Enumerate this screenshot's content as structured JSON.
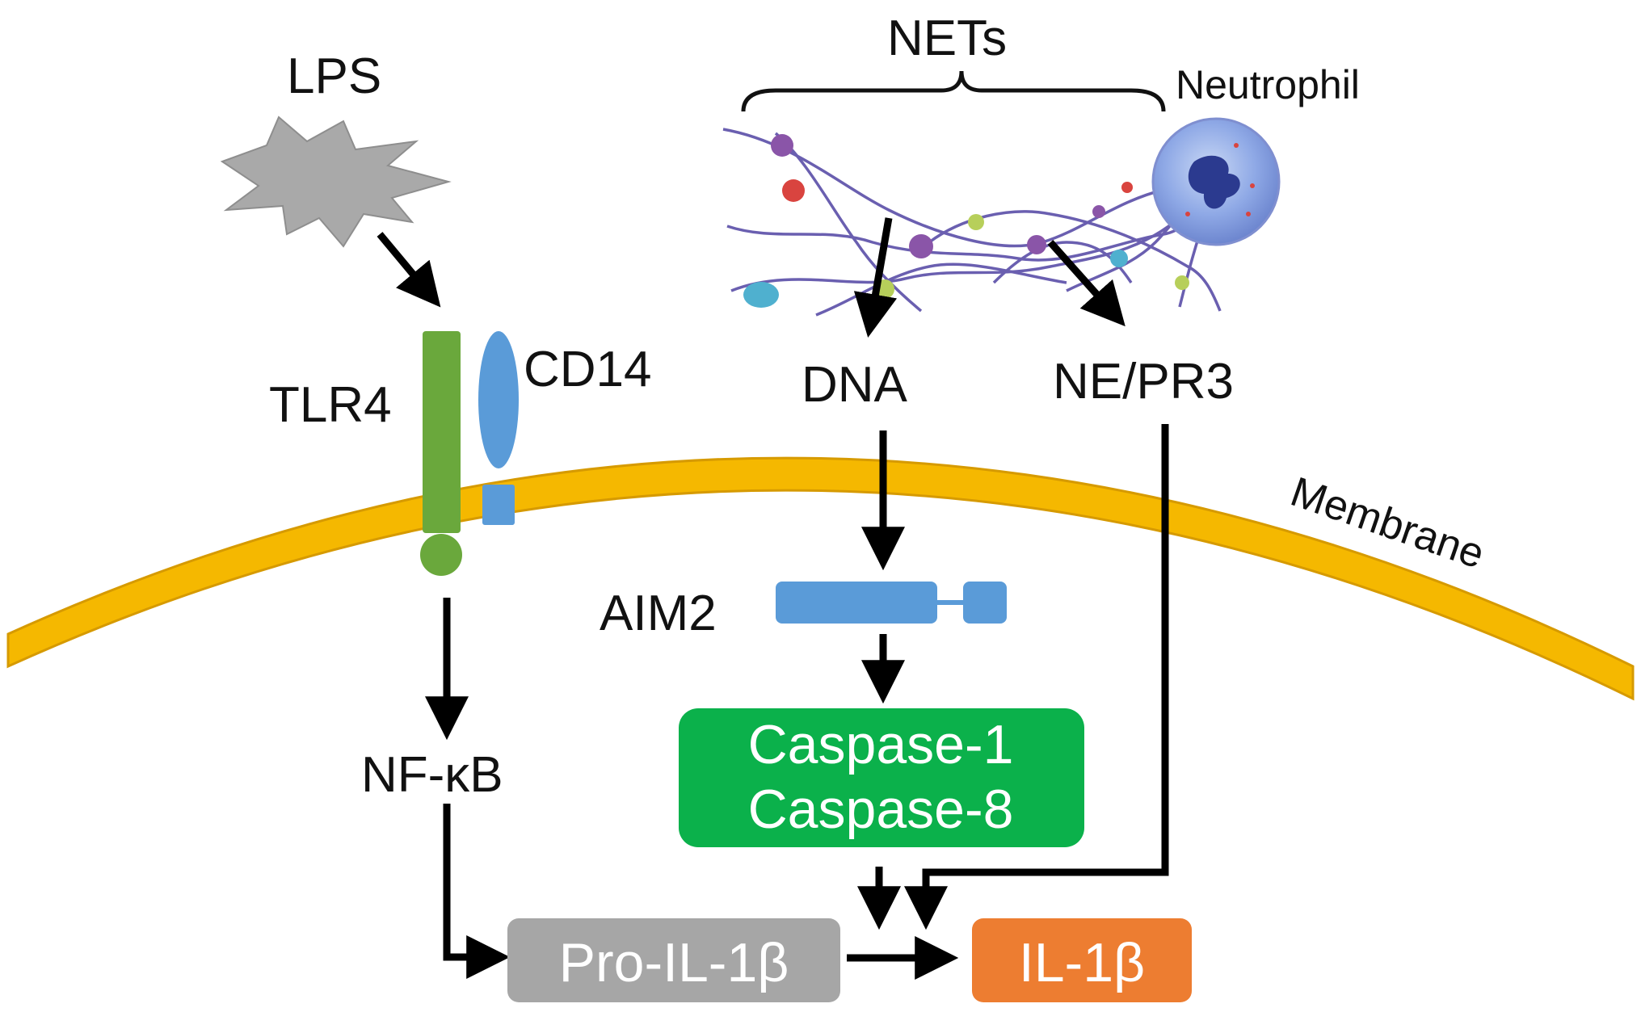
{
  "labels": {
    "lps": "LPS",
    "nets": "NETs",
    "neutrophil": "Neutrophil",
    "tlr4": "TLR4",
    "cd14": "CD14",
    "dna": "DNA",
    "ne_pr3": "NE/PR3",
    "membrane": "Membrane",
    "aim2": "AIM2",
    "nfkb": "NF-κB"
  },
  "boxes": {
    "caspase_line1": "Caspase-1",
    "caspase_line2": "Caspase-8",
    "pro_il1b": "Pro-IL-1β",
    "il1b": "IL-1β"
  },
  "colors": {
    "membrane": "#f5b800",
    "membrane_edge": "#d69a00",
    "tlr4": "#6aa83c",
    "cd14": "#5a9bd8",
    "aim2": "#5a9bd8",
    "caspase_box": "#0bb14b",
    "pro_il1b_box": "#a6a6a6",
    "il1b_box": "#ed7d31",
    "lps_burst": "#a9a9a9",
    "arrows": "#000000"
  }
}
